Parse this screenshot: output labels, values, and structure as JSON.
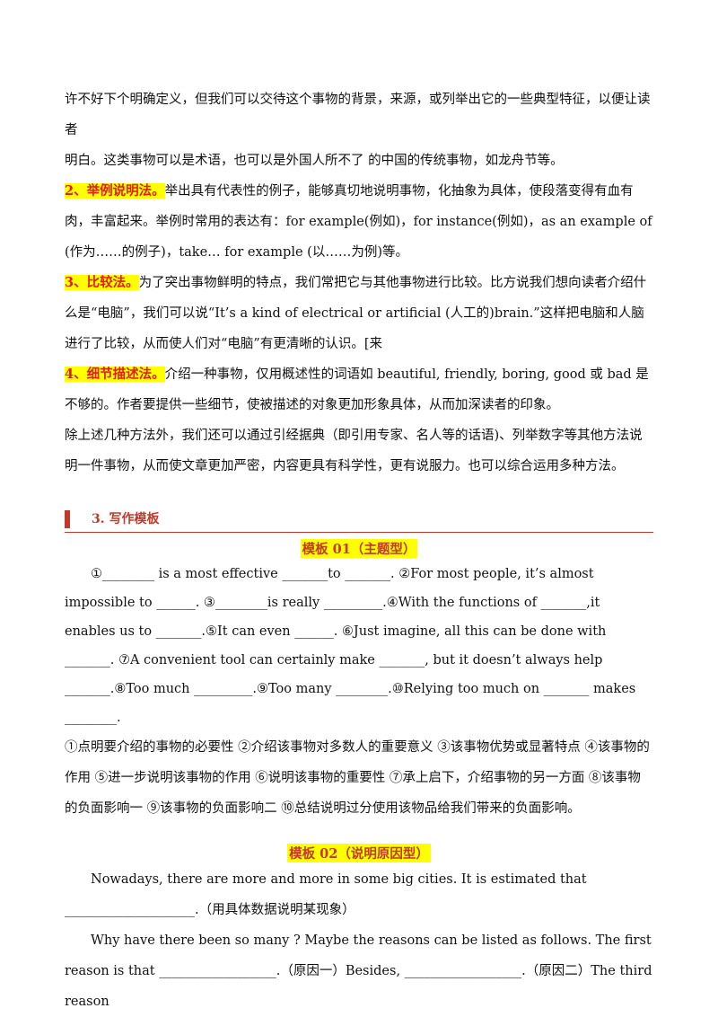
{
  "intro": {
    "line1": "许不好下个明确定义，但我们可以交待这个事物的背景，来源，或列举出它的一些典型特征，以便让读者",
    "line2": "明白。这类事物可以是术语，也可以是外国人所不了 的中国的传统事物，如龙舟节等。"
  },
  "methods": [
    {
      "label": "2、举例说明法。",
      "text": "举出具有代表性的例子，能够真切地说明事物，化抽象为具体，使段落变得有血有肉，丰富起来。举例时常用的表达有：for example(例如)，for instance(例如)，as an example of (作为……的例子)，take… for example (以……为例)等。"
    },
    {
      "label": "3、比较法。",
      "text": "为了突出事物鲜明的特点，我们常把它与其他事物进行比较。比方说我们想向读者介绍什么是“电脑”，我们可以说“It’s a kind of electrical or artificial (人工的)brain.”这样把电脑和人脑进行了比较，从而使人们对“电脑”有更清晰的认识。[来"
    },
    {
      "label": "4、细节描述法。",
      "text": "介绍一种事物，仅用概述性的词语如 beautiful, friendly, boring, good  或 bad  是不够的。作者要提供一些细节，使被描述的对象更加形象具体，从而加深读者的印象。"
    }
  ],
  "summary": "除上述几种方法外，我们还可以通过引经据典（即引用专家、名人等的话语)、列举数字等其他方法说明一件事物，从而使文章更加严密，内容更具有科学性，更有说服力。也可以综合运用多种方法。",
  "section": {
    "title": "3.  写作模板"
  },
  "template1": {
    "title": "模板 01（主题型）",
    "body": "①________ is a most effective _______to _______.       ②For most people, it’s almost impossible to ______. ③________is really _________.④With the functions of _______,it enables us to _______.⑤It can even ______. ⑥Just imagine, all this can be done with _______.       ⑦A convenient tool can certainly make _______, but it doesn’t always help _______.⑧Too much _________.⑨Too many ________.⑩Relying too much on _______ makes ________.",
    "notes": "①点明要介绍的事物的必要性  ②介绍该事物对多数人的重要意义  ③该事物优势或显著特点    ④该事物的作用   ⑤进一步说明该事物的作用  ⑥说明该事物的重要性   ⑦承上启下，介绍事物的另一方面   ⑧该事物的负面影响一  ⑨该事物的负面影响二    ⑩总结说明过分使用该物品给我们带来的负面影响。"
  },
  "template2": {
    "title": "模板 02（说明原因型）",
    "para1": "Nowadays, there are more and more in some big cities. It is estimated that ____________________.（用具体数据说明某现象）",
    "para2": "Why have there been so many ? Maybe the reasons can be listed as follows. The first reason is that __________________.（原因一）Besides, __________________.（原因二）The third reason"
  }
}
